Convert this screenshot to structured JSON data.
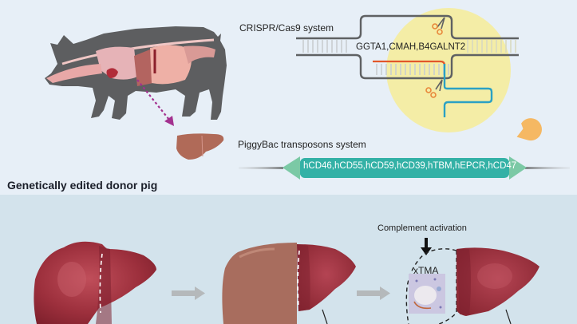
{
  "top_panel": {
    "pig": {
      "icon": "pig-anatomy-icon",
      "arrow_color": "#a3318f"
    },
    "crispr": {
      "title": "CRISPR/Cas9 system",
      "target_genes": "GGTA1,CMAH,B4GALNT2",
      "colors": {
        "dna_strand": "#5f6163",
        "guide_rna": "#e2562a",
        "scaffold_rna": "#2aa1c4",
        "cas9_highlight": "#f5ec9c",
        "scissors": "#e8873a"
      }
    },
    "piggybac": {
      "title": "PiggyBac transposons system",
      "transgenes": "hCD46,hCD55,hCD59,hCD39,hTBM,hEPCR,hCD47",
      "colors": {
        "cassette": "#33b1a6",
        "arrows": "#7bc9a5",
        "transposase": "#f5b863"
      }
    },
    "section_title": "Genetically edited donor pig"
  },
  "bottom_panel": {
    "stages": [
      {
        "name": "native-liver-with-resection-line"
      },
      {
        "name": "xenograft-auxiliary-liver"
      },
      {
        "name": "xenograft-with-complement-activation"
      }
    ],
    "complement_label": "Complement activation",
    "histology_label": "xTMA",
    "colors": {
      "human_liver": "#9b2f3a",
      "pig_liver": "#a86d5e",
      "flow_arrow": "#b5b9bb"
    }
  }
}
